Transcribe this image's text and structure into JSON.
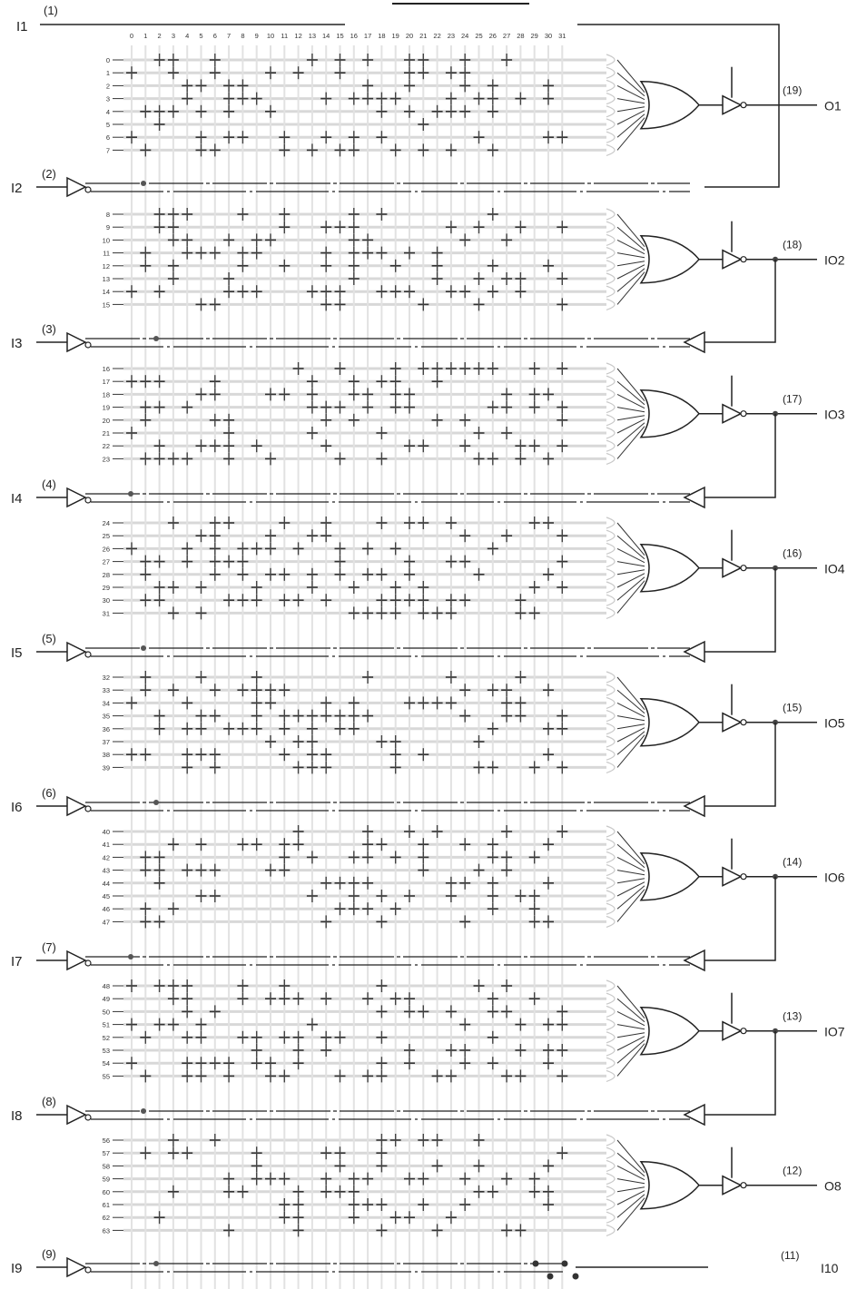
{
  "top_bar_label": "",
  "column_numbers": [
    "0",
    "1",
    "2",
    "3",
    "4",
    "5",
    "6",
    "7",
    "8",
    "9",
    "10",
    "11",
    "12",
    "13",
    "14",
    "15",
    "16",
    "17",
    "18",
    "19",
    "20",
    "21",
    "22",
    "23",
    "24",
    "25",
    "26",
    "27",
    "28",
    "29",
    "30",
    "31"
  ],
  "pin_numbers_left": [
    "(1)",
    "(2)",
    "(3)",
    "(4)",
    "(5)",
    "(6)",
    "(7)",
    "(8)",
    "(9)"
  ],
  "inputs": [
    "I1",
    "I2",
    "I3",
    "I4",
    "I5",
    "I6",
    "I7",
    "I8",
    "I9"
  ],
  "outputs": [
    {
      "pin": "(19)",
      "label": "O1"
    },
    {
      "pin": "(18)",
      "label": "IO2"
    },
    {
      "pin": "(17)",
      "label": "IO3"
    },
    {
      "pin": "(16)",
      "label": "IO4"
    },
    {
      "pin": "(15)",
      "label": "IO5"
    },
    {
      "pin": "(14)",
      "label": "IO6"
    },
    {
      "pin": "(13)",
      "label": "IO7"
    },
    {
      "pin": "(12)",
      "label": "O8"
    },
    {
      "pin": "(11)",
      "label": "I10"
    }
  ],
  "product_terms": [
    [
      "0",
      "1",
      "2",
      "3",
      "4",
      "5",
      "6",
      "7"
    ],
    [
      "8",
      "9",
      "10",
      "11",
      "12",
      "13",
      "14",
      "15"
    ],
    [
      "16",
      "17",
      "18",
      "19",
      "20",
      "21",
      "22",
      "23"
    ],
    [
      "24",
      "25",
      "26",
      "27",
      "28",
      "29",
      "30",
      "31"
    ],
    [
      "32",
      "33",
      "34",
      "35",
      "36",
      "37",
      "38",
      "39"
    ],
    [
      "40",
      "41",
      "42",
      "43",
      "44",
      "45",
      "46",
      "47"
    ],
    [
      "48",
      "49",
      "50",
      "51",
      "52",
      "53",
      "54",
      "55"
    ],
    [
      "56",
      "57",
      "58",
      "59",
      "60",
      "61",
      "62",
      "63"
    ]
  ]
}
